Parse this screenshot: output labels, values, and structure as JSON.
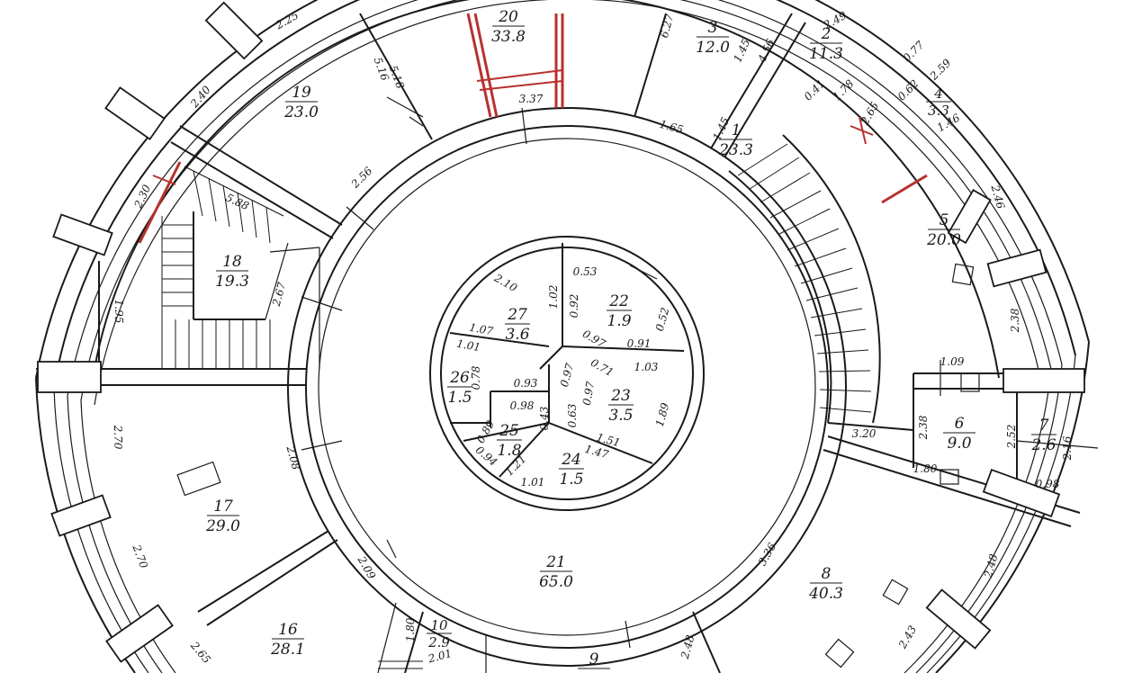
{
  "rooms": [
    {
      "id": "1",
      "num": "1",
      "area": "23.3"
    },
    {
      "id": "2",
      "num": "2",
      "area": "11.3"
    },
    {
      "id": "3",
      "num": "3",
      "area": "12.0"
    },
    {
      "id": "4",
      "num": "4",
      "area": "3.3"
    },
    {
      "id": "5",
      "num": "5",
      "area": "20.0"
    },
    {
      "id": "6",
      "num": "6",
      "area": "9.0"
    },
    {
      "id": "7",
      "num": "7",
      "area": "2.6"
    },
    {
      "id": "8",
      "num": "8",
      "area": "40.3"
    },
    {
      "id": "9",
      "num": "9",
      "area": ""
    },
    {
      "id": "10",
      "num": "10",
      "area": "2.9"
    },
    {
      "id": "16",
      "num": "16",
      "area": "28.1"
    },
    {
      "id": "17",
      "num": "17",
      "area": "29.0"
    },
    {
      "id": "18",
      "num": "18",
      "area": "19.3"
    },
    {
      "id": "19",
      "num": "19",
      "area": "23.0"
    },
    {
      "id": "20",
      "num": "20",
      "area": "33.8"
    },
    {
      "id": "21",
      "num": "21",
      "area": "65.0"
    },
    {
      "id": "22",
      "num": "22",
      "area": "1.9"
    },
    {
      "id": "23",
      "num": "23",
      "area": "3.5"
    },
    {
      "id": "24",
      "num": "24",
      "area": "1.5"
    },
    {
      "id": "25",
      "num": "25",
      "area": "1.8"
    },
    {
      "id": "26",
      "num": "26",
      "area": "1.5"
    },
    {
      "id": "27",
      "num": "27",
      "area": "3.6"
    }
  ],
  "dimensions": [
    {
      "id": "d-225",
      "text": "2.25"
    },
    {
      "id": "d-249",
      "text": "2.49"
    },
    {
      "id": "d-516",
      "text": "5.16"
    },
    {
      "id": "d-518",
      "text": "5.18"
    },
    {
      "id": "d-627",
      "text": "6.27"
    },
    {
      "id": "d-145a",
      "text": "1.45"
    },
    {
      "id": "d-456",
      "text": "4.56"
    },
    {
      "id": "d-077",
      "text": "0.77"
    },
    {
      "id": "d-259",
      "text": "2.59"
    },
    {
      "id": "d-062",
      "text": "0.62"
    },
    {
      "id": "d-041",
      "text": "0.41"
    },
    {
      "id": "d-178",
      "text": "1.78"
    },
    {
      "id": "d-146",
      "text": "1.46"
    },
    {
      "id": "d-265",
      "text": "2.65"
    },
    {
      "id": "d-240",
      "text": "2.40"
    },
    {
      "id": "d-337",
      "text": "3.37"
    },
    {
      "id": "d-165",
      "text": "1.65"
    },
    {
      "id": "d-145b",
      "text": "1.45"
    },
    {
      "id": "d-230",
      "text": "2.30"
    },
    {
      "id": "d-256",
      "text": "2.56"
    },
    {
      "id": "d-588",
      "text": "5.88"
    },
    {
      "id": "d-246",
      "text": "2.46"
    },
    {
      "id": "d-195",
      "text": "1.95"
    },
    {
      "id": "d-267",
      "text": "2.67"
    },
    {
      "id": "d-210",
      "text": "2.10"
    },
    {
      "id": "d-102",
      "text": "1.02"
    },
    {
      "id": "d-053",
      "text": "0.53"
    },
    {
      "id": "d-092",
      "text": "0.92"
    },
    {
      "id": "d-052",
      "text": "0.52"
    },
    {
      "id": "d-107",
      "text": "1.07"
    },
    {
      "id": "d-101a",
      "text": "1.01"
    },
    {
      "id": "d-097a",
      "text": "0.97"
    },
    {
      "id": "d-091",
      "text": "0.91"
    },
    {
      "id": "d-103",
      "text": "1.03"
    },
    {
      "id": "d-238a",
      "text": "2.38"
    },
    {
      "id": "d-078",
      "text": "0.78"
    },
    {
      "id": "d-093",
      "text": "0.93"
    },
    {
      "id": "d-097b",
      "text": "0.97"
    },
    {
      "id": "d-071",
      "text": "0.71"
    },
    {
      "id": "d-098",
      "text": "0.98"
    },
    {
      "id": "d-043",
      "text": "0.43"
    },
    {
      "id": "d-063",
      "text": "0.63"
    },
    {
      "id": "d-097c",
      "text": "0.97"
    },
    {
      "id": "d-189",
      "text": "1.89"
    },
    {
      "id": "d-109",
      "text": "1.09"
    },
    {
      "id": "d-270a",
      "text": "2.70"
    },
    {
      "id": "d-208",
      "text": "2.08"
    },
    {
      "id": "d-089",
      "text": "0.89"
    },
    {
      "id": "d-094",
      "text": "0.94"
    },
    {
      "id": "d-121",
      "text": "1.21"
    },
    {
      "id": "d-101b",
      "text": "1.01"
    },
    {
      "id": "d-151",
      "text": "1.51"
    },
    {
      "id": "d-147",
      "text": "1.47"
    },
    {
      "id": "d-320",
      "text": "3.20"
    },
    {
      "id": "d-238b",
      "text": "2.38"
    },
    {
      "id": "d-252",
      "text": "2.52"
    },
    {
      "id": "d-216",
      "text": "2.16"
    },
    {
      "id": "d-180",
      "text": "1.80"
    },
    {
      "id": "d-098b",
      "text": "0.98"
    },
    {
      "id": "d-270b",
      "text": "2.70"
    },
    {
      "id": "d-209",
      "text": "2.09"
    },
    {
      "id": "d-336",
      "text": "3.36"
    },
    {
      "id": "d-248a",
      "text": "2.48"
    },
    {
      "id": "d-265b",
      "text": "2.65"
    },
    {
      "id": "d-180b",
      "text": "1.80"
    },
    {
      "id": "d-201",
      "text": "2.01"
    },
    {
      "id": "d-248b",
      "text": "2.48"
    },
    {
      "id": "d-243",
      "text": "2.43"
    }
  ]
}
